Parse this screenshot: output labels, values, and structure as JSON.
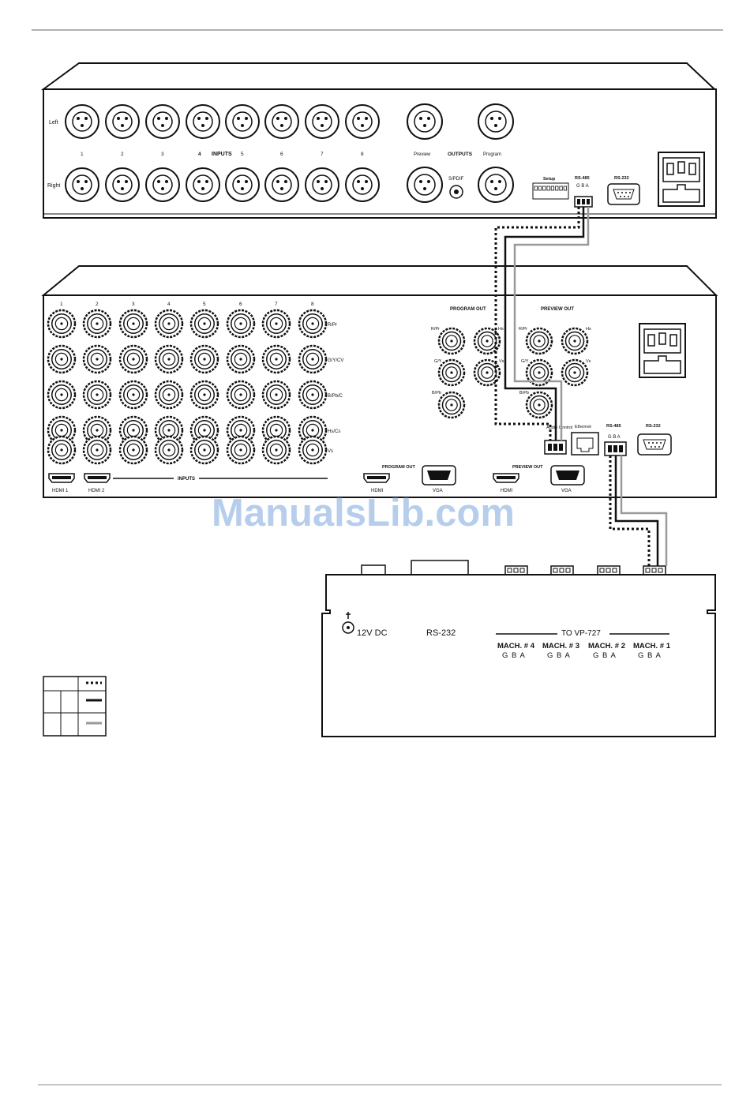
{
  "watermark": "ManualsLib.com",
  "audio_unit": {
    "left_label": "Left",
    "right_label": "Right",
    "numbers": [
      "1",
      "2",
      "3",
      "4",
      "5",
      "6",
      "7",
      "8"
    ],
    "inputs_label": "INPUTS",
    "outputs_label": "OUTPUTS",
    "preview_label": "Preview",
    "program_label": "Program",
    "spdif_label": "S/PDIF",
    "setup_label": "Setup",
    "rs485_label": "RS-485",
    "gba_label": "G B A",
    "rs232_label": "RS-232"
  },
  "video_unit": {
    "numbers": [
      "1",
      "2",
      "3",
      "4",
      "5",
      "6",
      "7",
      "8"
    ],
    "row_labels": [
      "R/Pr",
      "G/Y/CV",
      "B/Pb/C",
      "Hs/Cs",
      "Vs"
    ],
    "program_out_label": "PROGRAM OUT",
    "preview_out_label": "PREVIEW OUT",
    "out_labels": [
      "R/Pr",
      "Hs",
      "G/Y",
      "Vs",
      "B/Pb"
    ],
    "audio_control_label": "Audio Control",
    "ethernet_label": "Ethernet",
    "rs485_label": "RS-485",
    "gba_label": "G B A",
    "rs232_label": "RS-232",
    "hdmi1_label": "HDMI 1",
    "hdmi2_label": "HDMI 2",
    "inputs_label": "INPUTS",
    "hdmi_label": "HDMI",
    "vga_label": "VGA"
  },
  "control_box": {
    "power_label": "12V DC",
    "rs232_label": "RS-232",
    "to_label": "TO VP-727",
    "machines": [
      {
        "label": "MACH. # 4",
        "pins": "G B A"
      },
      {
        "label": "MACH. # 3",
        "pins": "G B A"
      },
      {
        "label": "MACH. # 2",
        "pins": "G B A"
      },
      {
        "label": "MACH. # 1",
        "pins": "G B A"
      }
    ]
  },
  "legend": {
    "line_styles": [
      "dotted",
      "solid-black",
      "solid-gray"
    ]
  },
  "colors": {
    "ink": "#111111",
    "gray_wire": "#9a9a9a",
    "watermark": "#9dbde6"
  }
}
